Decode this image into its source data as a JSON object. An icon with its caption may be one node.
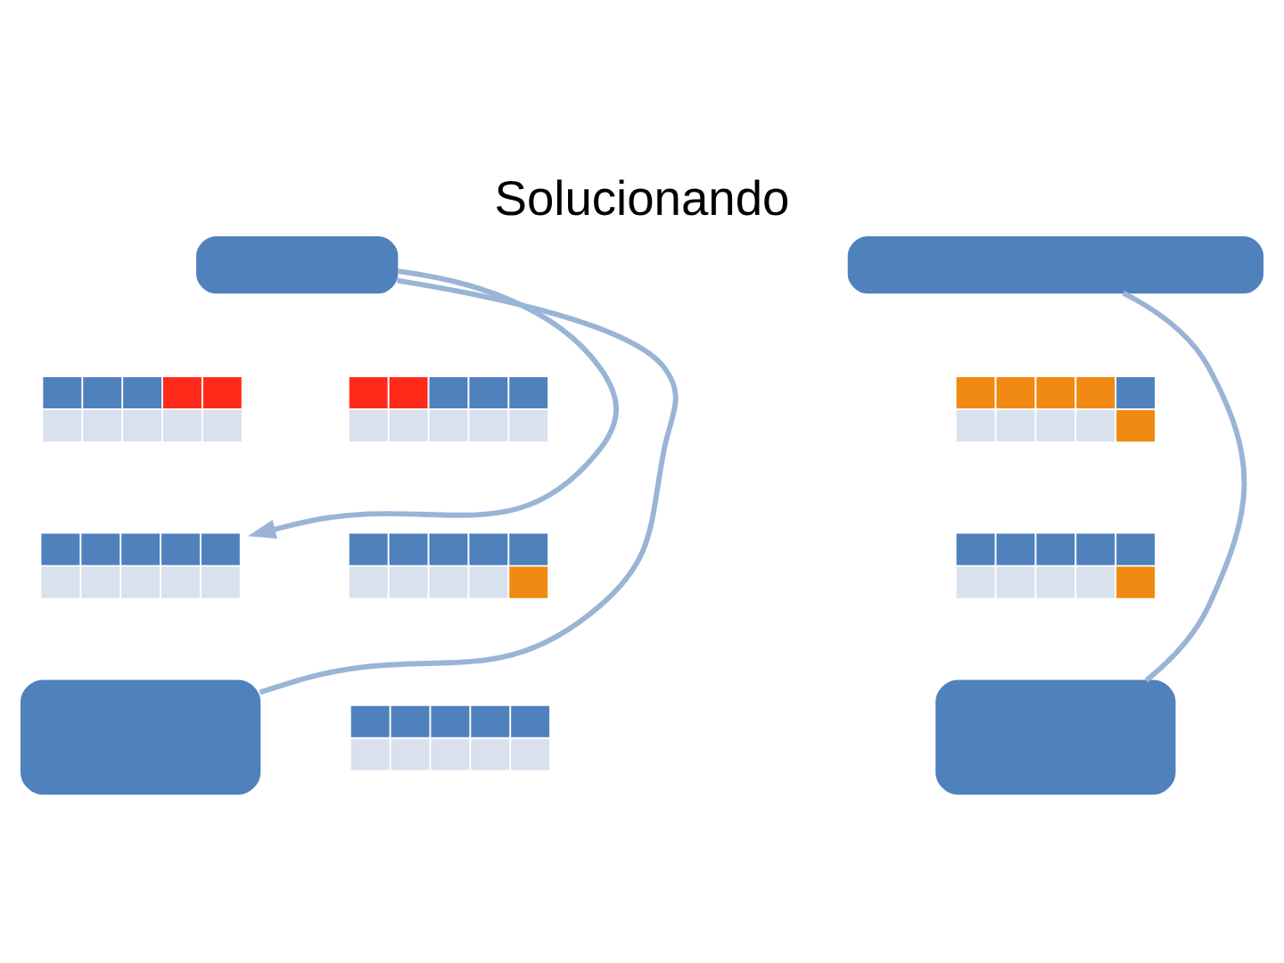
{
  "diagram": {
    "title": "Solucionando",
    "nodes": [
      {
        "text": [],
        "shape": "box"
      },
      {
        "text": [],
        "shape": "box"
      },
      {
        "text": [],
        "shape": "table"
      },
      {
        "text": [],
        "shape": "table"
      },
      {
        "text": [],
        "shape": "table"
      },
      {
        "text": [],
        "shape": "table"
      },
      {
        "text": [],
        "shape": "table"
      },
      {
        "text": [],
        "shape": "table"
      },
      {
        "text": [],
        "shape": "box"
      },
      {
        "text": [],
        "shape": "table"
      },
      {
        "text": [],
        "shape": "box"
      }
    ],
    "edges": [
      {
        "from": 0,
        "to": 5,
        "arrow": "to"
      },
      {
        "from": 0,
        "to": 8,
        "arrow": "none"
      },
      {
        "from": 1,
        "to": 10,
        "arrow": "none"
      }
    ]
  }
}
